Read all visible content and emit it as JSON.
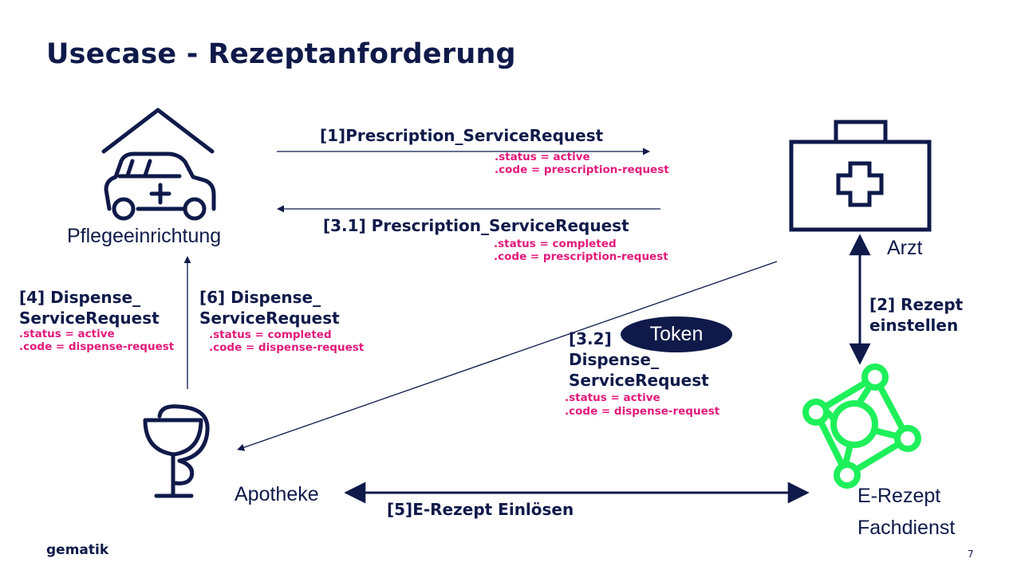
{
  "title": "Usecase - Rezeptanforderung",
  "actors": {
    "pflege": "Pflegeeinrichtung",
    "arzt": "Arzt",
    "apotheke": "Apotheke",
    "fachdienst_line1": "E-Rezept",
    "fachdienst_line2": "Fachdienst"
  },
  "messages": {
    "m1": {
      "label": "[1]Prescription_ServiceRequest",
      "status": ".status = active",
      "code": ".code = prescription-request"
    },
    "m31": {
      "label": "[3.1] Prescription_ServiceRequest",
      "status": ".status = completed",
      "code": ".code = prescription-request"
    },
    "m2": {
      "line1": "[2] Rezept",
      "line2": "einstellen"
    },
    "m32": {
      "line1": "[3.2]",
      "line2": "Dispense_",
      "line3": "ServiceRequest",
      "status": ".status = active",
      "code": ".code = dispense-request"
    },
    "m4": {
      "line1": "[4] Dispense_",
      "line2": "ServiceRequest",
      "status": ".status = active",
      "code": ".code = dispense-request"
    },
    "m6": {
      "line1": "[6] Dispense_",
      "line2": "ServiceRequest",
      "status": ".status = completed",
      "code": ".code = dispense-request"
    },
    "m5": {
      "label": "[5]E-Rezept Einlösen"
    }
  },
  "token": "Token",
  "footer": {
    "logo": "gematik",
    "page": "7"
  },
  "colors": {
    "navy": "#0f1a4a",
    "pink": "#e2197a",
    "green": "#1ef05a"
  },
  "icons": {
    "pflege": "house-car-icon",
    "arzt": "medical-case-icon",
    "apotheke": "pharmacy-bowl-icon",
    "fachdienst": "network-node-icon"
  }
}
